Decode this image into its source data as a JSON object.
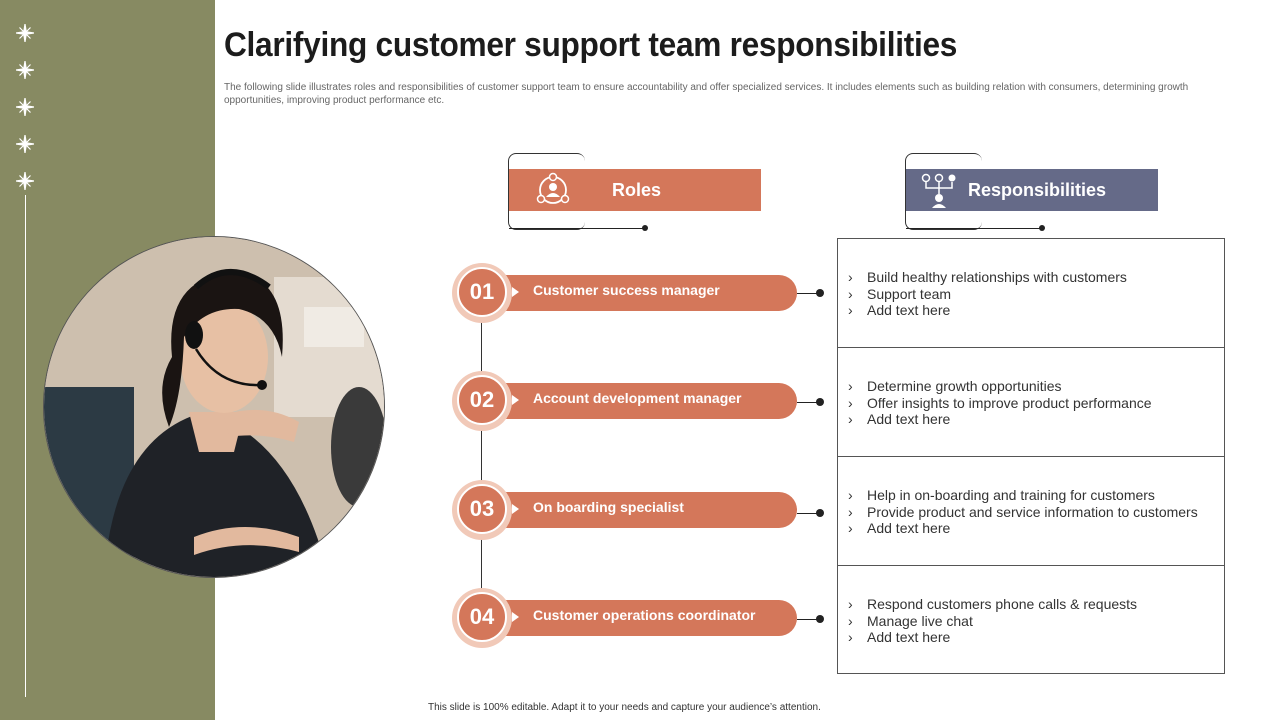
{
  "slide": {
    "title": "Clarifying customer support team responsibilities",
    "description": "The following slide illustrates roles and responsibilities of customer support team to ensure accountability and offer specialized services. It includes elements such as building relation with consumers, determining growth opportunities, improving product performance etc.",
    "footer": "This slide is 100% editable. Adapt it to your needs and capture your audience’s attention."
  },
  "headers": {
    "roles": "Roles",
    "responsibilities": "Responsibilities"
  },
  "roles": [
    {
      "number": "01",
      "label": "Customer success manager"
    },
    {
      "number": "02",
      "label": "Account development manager"
    },
    {
      "number": "03",
      "label": "On boarding specialist"
    },
    {
      "number": "04",
      "label": "Customer operations coordinator"
    }
  ],
  "responsibilities": [
    {
      "items": [
        "Build healthy relationships with customers",
        "Support team",
        "Add text here"
      ]
    },
    {
      "items": [
        "Determine growth opportunities",
        "Offer insights to improve product performance",
        "Add text here"
      ]
    },
    {
      "items": [
        "Help in on-boarding and training for customers",
        "Provide product and service information to customers",
        "Add text here"
      ]
    },
    {
      "items": [
        "Respond customers phone calls & requests",
        "Manage live chat",
        "Add text here"
      ]
    }
  ],
  "colors": {
    "sidebar": "#878a62",
    "roles_accent": "#d4775a",
    "responsibilities_accent": "#656a88"
  },
  "icons": {
    "sidebar_decor": "sparkle-icon",
    "roles_header": "team-network-icon",
    "responsibilities_header": "hierarchy-icon",
    "bullet": "chevron-right-icon"
  }
}
